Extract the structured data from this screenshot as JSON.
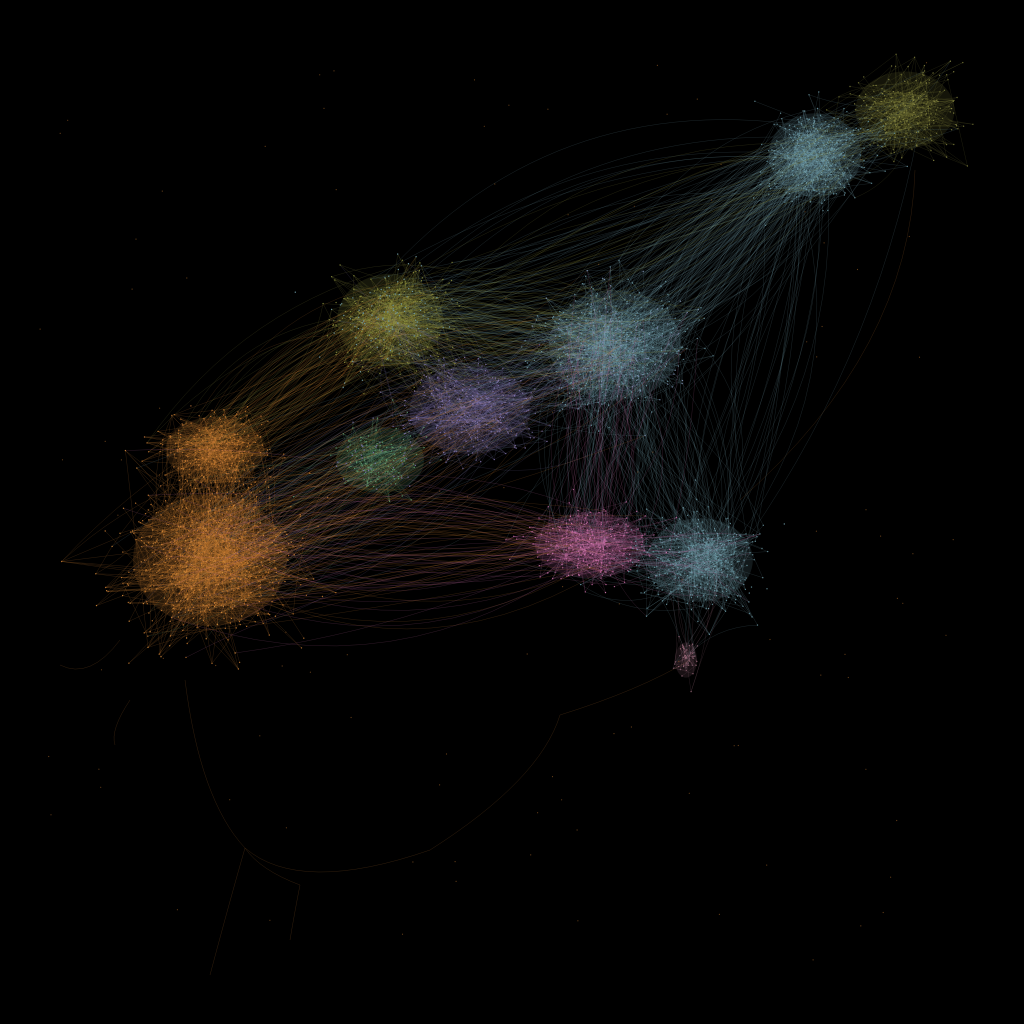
{
  "background": "#000000",
  "clusters": [
    {
      "name": "steel-blue-top-right",
      "color": "#6f9aa6",
      "secondary": "#5f8c97",
      "density": "high"
    },
    {
      "name": "olive-top-right",
      "color": "#7a7a3a",
      "secondary": "#8b8a45",
      "density": "medium"
    },
    {
      "name": "olive-blue-upper-left",
      "color": "#8a8d3c",
      "secondary": "#6f9aa6",
      "density": "high"
    },
    {
      "name": "steel-blue-center",
      "color": "#6f9aa6",
      "secondary": "#7d8fb0",
      "density": "high"
    },
    {
      "name": "purple-center",
      "color": "#7a6fa6",
      "secondary": "#8a7bb0",
      "density": "medium"
    },
    {
      "name": "green-center-left",
      "color": "#5e9a6e",
      "secondary": "#7a6fa6",
      "density": "low"
    },
    {
      "name": "orange-left",
      "color": "#c47a32",
      "secondary": "#d08a3c",
      "density": "very-high"
    },
    {
      "name": "orange-upper-left",
      "color": "#c47a32",
      "secondary": "#b8723a",
      "density": "high"
    },
    {
      "name": "pink-lower-center",
      "color": "#c06aa0",
      "secondary": "#d07ab0",
      "density": "medium"
    },
    {
      "name": "steel-blue-lower-right",
      "color": "#6f9aa6",
      "secondary": "#5f8c97",
      "density": "high"
    },
    {
      "name": "mauve-small-bottom",
      "color": "#9a6a7a",
      "secondary": "#7a5a6a",
      "density": "low"
    }
  ],
  "edge_colors": [
    "#6f9aa6",
    "#c47a32",
    "#7a6fa6",
    "#c06aa0",
    "#8a8d3c",
    "#5e9a6e"
  ]
}
